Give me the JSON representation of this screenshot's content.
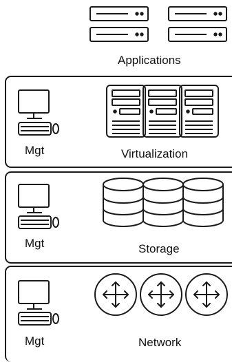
{
  "diagram": {
    "applications": {
      "label": "Applications",
      "icon": "server-icon"
    },
    "layers": [
      {
        "label": "Virtualization",
        "mgt_label": "Mgt",
        "icon": "server-rack-icon",
        "mgt_icon": "management-console-icon"
      },
      {
        "label": "Storage",
        "mgt_label": "Mgt",
        "icon": "database-disk-icon",
        "mgt_icon": "management-console-icon"
      },
      {
        "label": "Network",
        "mgt_label": "Mgt",
        "icon": "router-icon",
        "mgt_icon": "management-console-icon"
      }
    ]
  }
}
